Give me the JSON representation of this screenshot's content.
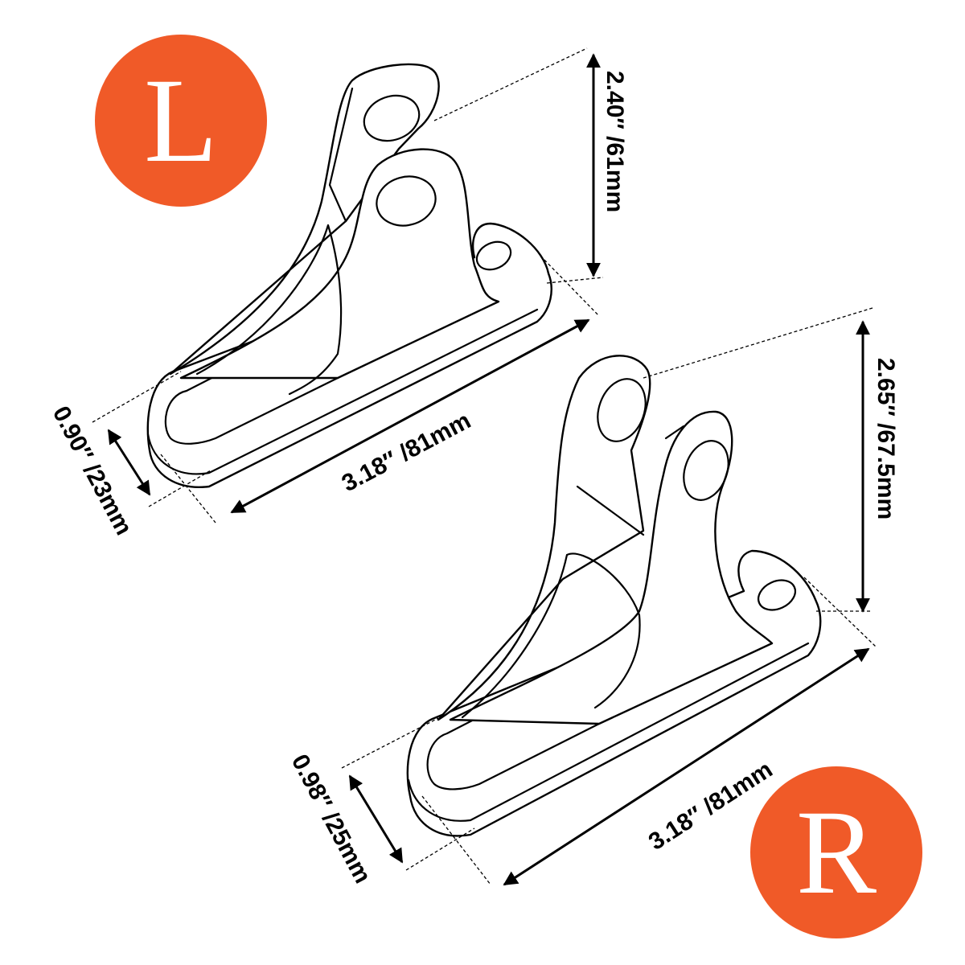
{
  "badges": {
    "left": {
      "letter": "L",
      "color": "#f05a28"
    },
    "right": {
      "letter": "R",
      "color": "#f05a28"
    }
  },
  "left_part": {
    "height": "2.40″ /61mm",
    "length": "3.18″ /81mm",
    "width": "0.90″ /23mm"
  },
  "right_part": {
    "height": "2.65″ /67.5mm",
    "length": "3.18″ /81mm",
    "width": "0.98″ /25mm"
  }
}
